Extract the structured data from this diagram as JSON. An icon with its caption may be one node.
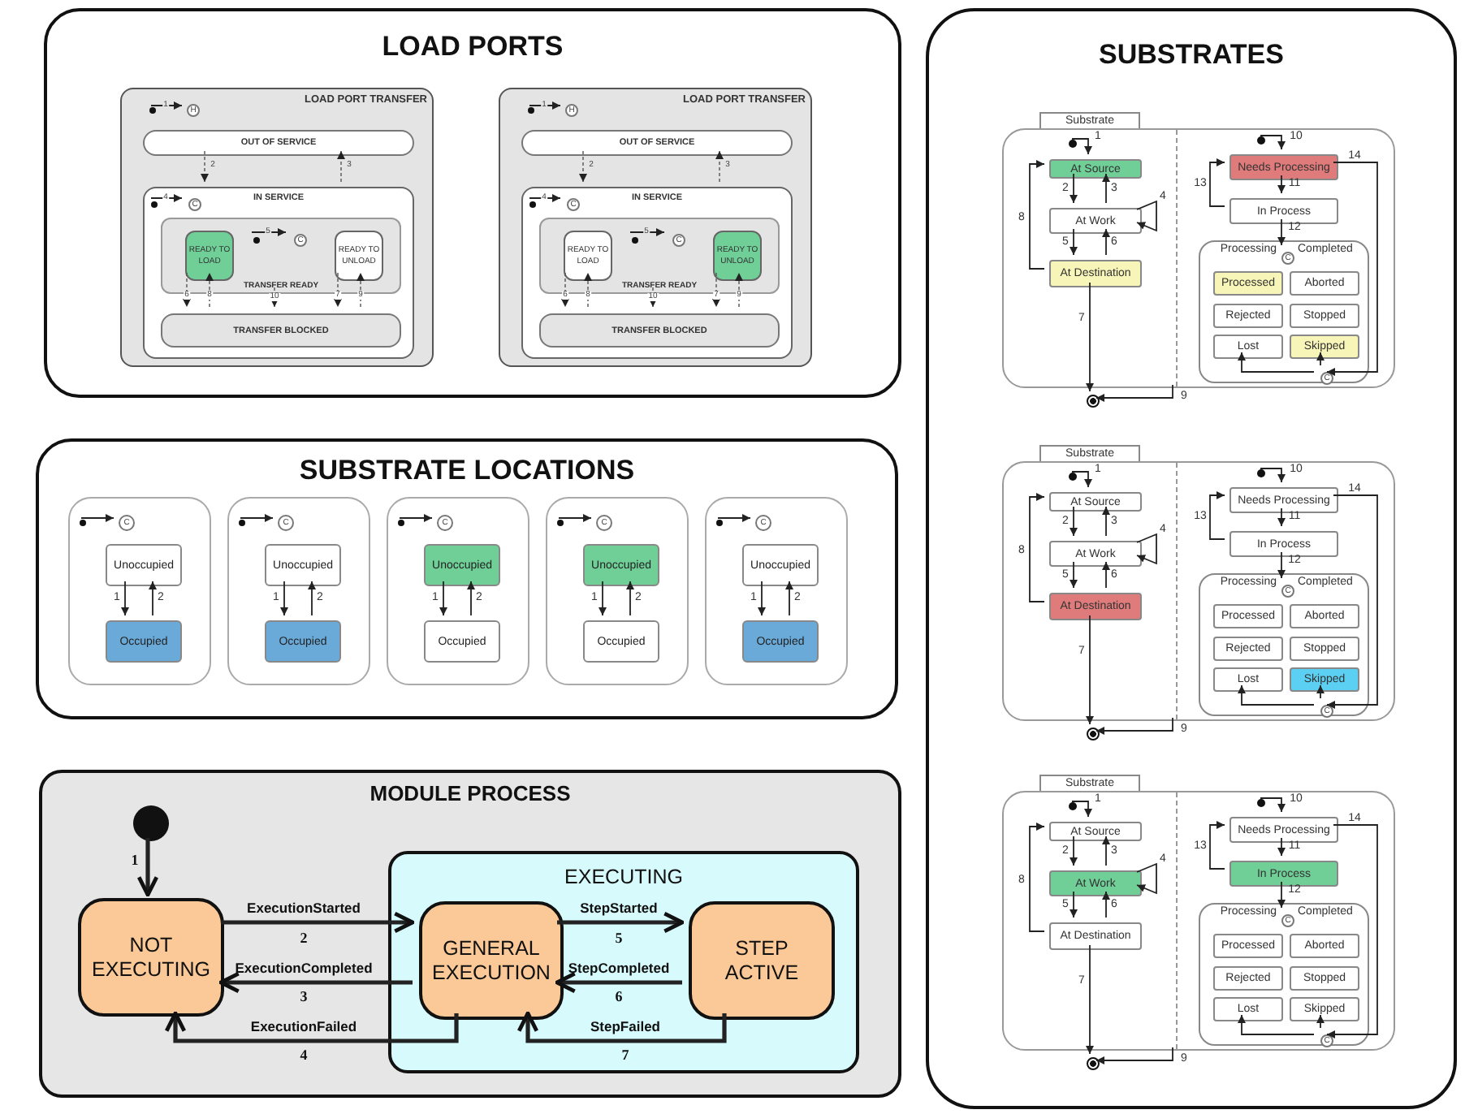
{
  "diagram": {
    "nodes": [
      {
        "text": [
          "LOAD PORTS"
        ]
      },
      {
        "text": [
          "LOAD PORT TRANSFER"
        ],
        "in": 0
      },
      {
        "text": [],
        "shape": "circle",
        "in": 1
      },
      {
        "text": [
          "H"
        ],
        "in": 1
      },
      {
        "text": [
          "OUT OF SERVICE"
        ],
        "in": 1
      },
      {
        "text": [
          "IN SERVICE"
        ],
        "in": 1
      },
      {
        "text": [],
        "shape": "circle",
        "in": 5
      },
      {
        "text": [
          "C"
        ],
        "in": 5
      },
      {
        "text": [
          "TRANSFER READY"
        ],
        "in": 5
      },
      {
        "text": [],
        "shape": "circle",
        "in": 8
      },
      {
        "text": [
          "C"
        ],
        "in": 8
      },
      {
        "text": [
          "READY TO LOAD"
        ],
        "in": 8
      },
      {
        "text": [
          "READY TO UNLOAD"
        ],
        "in": 8
      },
      {
        "text": [
          "TRANSFER BLOCKED"
        ],
        "in": 5
      },
      {
        "text": [
          "LOAD PORT TRANSFER"
        ],
        "in": 0
      },
      {
        "text": [],
        "shape": "circle",
        "in": 14
      },
      {
        "text": [
          "H"
        ],
        "in": 14
      },
      {
        "text": [
          "OUT OF SERVICE"
        ],
        "in": 14
      },
      {
        "text": [
          "IN SERVICE"
        ],
        "in": 14
      },
      {
        "text": [],
        "shape": "circle",
        "in": 18
      },
      {
        "text": [
          "C"
        ],
        "in": 18
      },
      {
        "text": [
          "TRANSFER READY"
        ],
        "in": 18
      },
      {
        "text": [],
        "shape": "circle",
        "in": 21
      },
      {
        "text": [
          "C"
        ],
        "in": 21
      },
      {
        "text": [
          "READY TO LOAD"
        ],
        "in": 21
      },
      {
        "text": [
          "READY TO UNLOAD"
        ],
        "in": 21
      },
      {
        "text": [
          "TRANSFER BLOCKED"
        ],
        "in": 18
      },
      {
        "text": [
          "SUBSTRATE LOCATIONS"
        ]
      },
      {
        "text": [],
        "shape": "box",
        "in": 27
      },
      {
        "text": [],
        "shape": "circle",
        "in": 28
      },
      {
        "text": [
          "C"
        ],
        "in": 28
      },
      {
        "text": [
          "Unoccupied"
        ],
        "in": 28
      },
      {
        "text": [
          "Occupied"
        ],
        "in": 28
      },
      {
        "text": [],
        "shape": "box",
        "in": 27
      },
      {
        "text": [],
        "shape": "circle",
        "in": 33
      },
      {
        "text": [
          "C"
        ],
        "in": 33
      },
      {
        "text": [
          "Unoccupied"
        ],
        "in": 33
      },
      {
        "text": [
          "Occupied"
        ],
        "in": 33
      },
      {
        "text": [],
        "shape": "box",
        "in": 27
      },
      {
        "text": [],
        "shape": "circle",
        "in": 38
      },
      {
        "text": [
          "C"
        ],
        "in": 38
      },
      {
        "text": [
          "Unoccupied"
        ],
        "in": 38
      },
      {
        "text": [
          "Occupied"
        ],
        "in": 38
      },
      {
        "text": [],
        "shape": "box",
        "in": 27
      },
      {
        "text": [],
        "shape": "circle",
        "in": 43
      },
      {
        "text": [
          "C"
        ],
        "in": 43
      },
      {
        "text": [
          "Unoccupied"
        ],
        "in": 43
      },
      {
        "text": [
          "Occupied"
        ],
        "in": 43
      },
      {
        "text": [],
        "shape": "box",
        "in": 27
      },
      {
        "text": [],
        "shape": "circle",
        "in": 48
      },
      {
        "text": [
          "C"
        ],
        "in": 48
      },
      {
        "text": [
          "Unoccupied"
        ],
        "in": 48
      },
      {
        "text": [
          "Occupied"
        ],
        "in": 48
      },
      {
        "text": [
          "MODULE PROCESS"
        ]
      },
      {
        "text": [],
        "shape": "circle",
        "in": 53
      },
      {
        "text": [
          "NOT EXECUTING"
        ],
        "in": 53
      },
      {
        "text": [
          "EXECUTING"
        ],
        "in": 53
      },
      {
        "text": [
          "GENERAL EXECUTION"
        ],
        "in": 56
      },
      {
        "text": [
          "STEP ACTIVE"
        ],
        "in": 56
      },
      {
        "text": [
          "SUBSTRATES"
        ]
      },
      {
        "text": [
          "Substrate"
        ],
        "in": 59
      },
      {
        "text": [],
        "shape": "circle",
        "in": 60
      },
      {
        "text": [
          "At Source"
        ],
        "in": 60
      },
      {
        "text": [
          "At Work"
        ],
        "in": 60
      },
      {
        "text": [
          "At Destination"
        ],
        "in": 60
      },
      {
        "text": [],
        "shape": "circle",
        "in": 60
      },
      {
        "text": [
          "Needs Processing"
        ],
        "in": 60
      },
      {
        "text": [
          "In Process"
        ],
        "in": 60
      },
      {
        "text": [
          "Processing",
          "Completed"
        ],
        "in": 60
      },
      {
        "text": [
          "C"
        ],
        "in": 68
      },
      {
        "text": [
          "Processed"
        ],
        "in": 68
      },
      {
        "text": [
          "Aborted"
        ],
        "in": 68
      },
      {
        "text": [
          "Rejected"
        ],
        "in": 68
      },
      {
        "text": [
          "Stopped"
        ],
        "in": 68
      },
      {
        "text": [
          "Lost"
        ],
        "in": 68
      },
      {
        "text": [
          "Skipped"
        ],
        "in": 68
      },
      {
        "text": [
          "C"
        ],
        "in": 68
      },
      {
        "text": [],
        "shape": "circle",
        "in": 59
      },
      {
        "text": [
          "Substrate"
        ],
        "in": 59
      },
      {
        "text": [],
        "shape": "circle",
        "in": 78
      },
      {
        "text": [
          "At Source"
        ],
        "in": 78
      },
      {
        "text": [
          "At Work"
        ],
        "in": 78
      },
      {
        "text": [
          "At Destination"
        ],
        "in": 78
      },
      {
        "text": [],
        "shape": "circle",
        "in": 78
      },
      {
        "text": [
          "Needs Processing"
        ],
        "in": 78
      },
      {
        "text": [
          "In Process"
        ],
        "in": 78
      },
      {
        "text": [
          "Processing",
          "Completed"
        ],
        "in": 78
      },
      {
        "text": [
          "C"
        ],
        "in": 86
      },
      {
        "text": [
          "Processed"
        ],
        "in": 86
      },
      {
        "text": [
          "Aborted"
        ],
        "in": 86
      },
      {
        "text": [
          "Rejected"
        ],
        "in": 86
      },
      {
        "text": [
          "Stopped"
        ],
        "in": 86
      },
      {
        "text": [
          "Lost"
        ],
        "in": 86
      },
      {
        "text": [
          "Skipped"
        ],
        "in": 86
      },
      {
        "text": [
          "C"
        ],
        "in": 86
      },
      {
        "text": [],
        "shape": "circle",
        "in": 59
      },
      {
        "text": [
          "Substrate"
        ],
        "in": 59
      },
      {
        "text": [],
        "shape": "circle",
        "in": 96
      },
      {
        "text": [
          "At Source"
        ],
        "in": 96
      },
      {
        "text": [
          "At Work"
        ],
        "in": 96
      },
      {
        "text": [
          "At Destination"
        ],
        "in": 96
      },
      {
        "text": [],
        "shape": "circle",
        "in": 96
      },
      {
        "text": [
          "Needs Processing"
        ],
        "in": 96
      },
      {
        "text": [
          "In Process"
        ],
        "in": 96
      },
      {
        "text": [
          "Processing",
          "Completed"
        ],
        "in": 96
      },
      {
        "text": [
          "C"
        ],
        "in": 104
      },
      {
        "text": [
          "Processed"
        ],
        "in": 104
      },
      {
        "text": [
          "Aborted"
        ],
        "in": 104
      },
      {
        "text": [
          "Rejected"
        ],
        "in": 104
      },
      {
        "text": [
          "Stopped"
        ],
        "in": 104
      },
      {
        "text": [
          "Lost"
        ],
        "in": 104
      },
      {
        "text": [
          "Skipped"
        ],
        "in": 104
      },
      {
        "text": [
          "C"
        ],
        "in": 104
      },
      {
        "text": [],
        "shape": "circle",
        "in": 59
      }
    ],
    "edges": [
      {
        "from": 2,
        "to": 3,
        "arrow": "to",
        "label": "1"
      },
      {
        "from": 4,
        "to": 5,
        "arrow": "to",
        "label": "2",
        "style": "dashed"
      },
      {
        "from": 5,
        "to": 4,
        "arrow": "to",
        "label": "3",
        "style": "dashed"
      },
      {
        "from": 6,
        "to": 7,
        "arrow": "to",
        "label": "4"
      },
      {
        "from": 9,
        "to": 10,
        "arrow": "to",
        "label": "5"
      },
      {
        "from": 11,
        "to": 13,
        "arrow": "to",
        "label": "6",
        "style": "dashed"
      },
      {
        "from": 12,
        "to": 13,
        "arrow": "to",
        "label": "7",
        "style": "dashed"
      },
      {
        "from": 13,
        "to": 11,
        "arrow": "to",
        "label": "8",
        "style": "dashed"
      },
      {
        "from": 13,
        "to": 12,
        "arrow": "to",
        "label": "9",
        "style": "dashed"
      },
      {
        "from": 8,
        "to": 13,
        "arrow": "to",
        "label": "10",
        "style": "dashed"
      },
      {
        "from": 15,
        "to": 16,
        "arrow": "to",
        "label": "1"
      },
      {
        "from": 17,
        "to": 18,
        "arrow": "to",
        "label": "2",
        "style": "dashed"
      },
      {
        "from": 18,
        "to": 17,
        "arrow": "to",
        "label": "3",
        "style": "dashed"
      },
      {
        "from": 19,
        "to": 20,
        "arrow": "to",
        "label": "4"
      },
      {
        "from": 22,
        "to": 23,
        "arrow": "to",
        "label": "5"
      },
      {
        "from": 24,
        "to": 26,
        "arrow": "to",
        "label": "6",
        "style": "dashed"
      },
      {
        "from": 25,
        "to": 26,
        "arrow": "to",
        "label": "7",
        "style": "dashed"
      },
      {
        "from": 26,
        "to": 24,
        "arrow": "to",
        "label": "8",
        "style": "dashed"
      },
      {
        "from": 26,
        "to": 25,
        "arrow": "to",
        "label": "9",
        "style": "dashed"
      },
      {
        "from": 21,
        "to": 26,
        "arrow": "to",
        "label": "10",
        "style": "dashed"
      },
      {
        "from": 29,
        "to": 30,
        "arrow": "to"
      },
      {
        "from": 31,
        "to": 32,
        "arrow": "to",
        "label": "1"
      },
      {
        "from": 32,
        "to": 31,
        "arrow": "to",
        "label": "2"
      },
      {
        "from": 34,
        "to": 35,
        "arrow": "to"
      },
      {
        "from": 36,
        "to": 37,
        "arrow": "to",
        "label": "1"
      },
      {
        "from": 37,
        "to": 36,
        "arrow": "to",
        "label": "2"
      },
      {
        "from": 39,
        "to": 40,
        "arrow": "to"
      },
      {
        "from": 41,
        "to": 42,
        "arrow": "to",
        "label": "1"
      },
      {
        "from": 42,
        "to": 41,
        "arrow": "to",
        "label": "2"
      },
      {
        "from": 44,
        "to": 45,
        "arrow": "to"
      },
      {
        "from": 46,
        "to": 47,
        "arrow": "to",
        "label": "1"
      },
      {
        "from": 47,
        "to": 46,
        "arrow": "to",
        "label": "2"
      },
      {
        "from": 49,
        "to": 50,
        "arrow": "to"
      },
      {
        "from": 51,
        "to": 52,
        "arrow": "to",
        "label": "1"
      },
      {
        "from": 52,
        "to": 51,
        "arrow": "to",
        "label": "2"
      },
      {
        "from": 54,
        "to": 55,
        "arrow": "to",
        "label": "1",
        "style": "thick"
      },
      {
        "from": 55,
        "to": 57,
        "arrow": "to",
        "label": "ExecutionStarted",
        "style": "thick"
      },
      {
        "from": 57,
        "to": 55,
        "arrow": "to",
        "label": "ExecutionCompleted",
        "style": "thick"
      },
      {
        "from": 57,
        "to": 55,
        "arrow": "to",
        "label": "ExecutionFailed",
        "style": "thick"
      },
      {
        "from": 57,
        "to": 58,
        "arrow": "to",
        "label": "StepStarted",
        "style": "thick"
      },
      {
        "from": 58,
        "to": 57,
        "arrow": "to",
        "label": "StepCompleted",
        "style": "thick"
      },
      {
        "from": 58,
        "to": 57,
        "arrow": "to",
        "label": "StepFailed",
        "style": "thick"
      },
      {
        "from": 61,
        "to": 62,
        "arrow": "to",
        "label": "1"
      },
      {
        "from": 62,
        "to": 63,
        "arrow": "to",
        "label": "2"
      },
      {
        "from": 63,
        "to": 62,
        "arrow": "to",
        "label": "3"
      },
      {
        "from": 63,
        "to": 63,
        "arrow": "to",
        "label": "4"
      },
      {
        "from": 63,
        "to": 64,
        "arrow": "to",
        "label": "5"
      },
      {
        "from": 64,
        "to": 63,
        "arrow": "to",
        "label": "6"
      },
      {
        "from": 64,
        "to": 77,
        "arrow": "to",
        "label": "7"
      },
      {
        "from": 64,
        "to": 62,
        "arrow": "to",
        "label": "8"
      },
      {
        "from": 60,
        "to": 77,
        "arrow": "to",
        "label": "9"
      },
      {
        "from": 65,
        "to": 66,
        "arrow": "to",
        "label": "10"
      },
      {
        "from": 66,
        "to": 67,
        "arrow": "to",
        "label": "11"
      },
      {
        "from": 67,
        "to": 69,
        "arrow": "to",
        "label": "12"
      },
      {
        "from": 67,
        "to": 66,
        "arrow": "to",
        "label": "13"
      },
      {
        "from": 66,
        "to": 76,
        "arrow": "to",
        "label": "14"
      },
      {
        "from": 76,
        "to": 74,
        "arrow": "to"
      },
      {
        "from": 76,
        "to": 75,
        "arrow": "to"
      },
      {
        "from": 79,
        "to": 80,
        "arrow": "to",
        "label": "1"
      },
      {
        "from": 80,
        "to": 81,
        "arrow": "to",
        "label": "2"
      },
      {
        "from": 81,
        "to": 80,
        "arrow": "to",
        "label": "3"
      },
      {
        "from": 81,
        "to": 81,
        "arrow": "to",
        "label": "4"
      },
      {
        "from": 81,
        "to": 82,
        "arrow": "to",
        "label": "5"
      },
      {
        "from": 82,
        "to": 81,
        "arrow": "to",
        "label": "6"
      },
      {
        "from": 82,
        "to": 95,
        "arrow": "to",
        "label": "7"
      },
      {
        "from": 82,
        "to": 80,
        "arrow": "to",
        "label": "8"
      },
      {
        "from": 78,
        "to": 95,
        "arrow": "to",
        "label": "9"
      },
      {
        "from": 83,
        "to": 84,
        "arrow": "to",
        "label": "10"
      },
      {
        "from": 84,
        "to": 85,
        "arrow": "to",
        "label": "11"
      },
      {
        "from": 85,
        "to": 87,
        "arrow": "to",
        "label": "12"
      },
      {
        "from": 85,
        "to": 84,
        "arrow": "to",
        "label": "13"
      },
      {
        "from": 84,
        "to": 94,
        "arrow": "to",
        "label": "14"
      },
      {
        "from": 94,
        "to": 92,
        "arrow": "to"
      },
      {
        "from": 94,
        "to": 93,
        "arrow": "to"
      },
      {
        "from": 97,
        "to": 98,
        "arrow": "to",
        "label": "1"
      },
      {
        "from": 98,
        "to": 99,
        "arrow": "to",
        "label": "2"
      },
      {
        "from": 99,
        "to": 98,
        "arrow": "to",
        "label": "3"
      },
      {
        "from": 99,
        "to": 99,
        "arrow": "to",
        "label": "4"
      },
      {
        "from": 99,
        "to": 100,
        "arrow": "to",
        "label": "5"
      },
      {
        "from": 100,
        "to": 99,
        "arrow": "to",
        "label": "6"
      },
      {
        "from": 100,
        "to": 113,
        "arrow": "to",
        "label": "7"
      },
      {
        "from": 100,
        "to": 98,
        "arrow": "to",
        "label": "8"
      },
      {
        "from": 96,
        "to": 113,
        "arrow": "to",
        "label": "9"
      },
      {
        "from": 101,
        "to": 102,
        "arrow": "to",
        "label": "10"
      },
      {
        "from": 102,
        "to": 103,
        "arrow": "to",
        "label": "11"
      },
      {
        "from": 103,
        "to": 105,
        "arrow": "to",
        "label": "12"
      },
      {
        "from": 103,
        "to": 102,
        "arrow": "to",
        "label": "13"
      },
      {
        "from": 102,
        "to": 112,
        "arrow": "to",
        "label": "14"
      },
      {
        "from": 112,
        "to": 110,
        "arrow": "to"
      },
      {
        "from": 112,
        "to": 111,
        "arrow": "to"
      }
    ],
    "labels": [
      "2",
      "5",
      "3",
      "6",
      "4",
      "7"
    ]
  }
}
